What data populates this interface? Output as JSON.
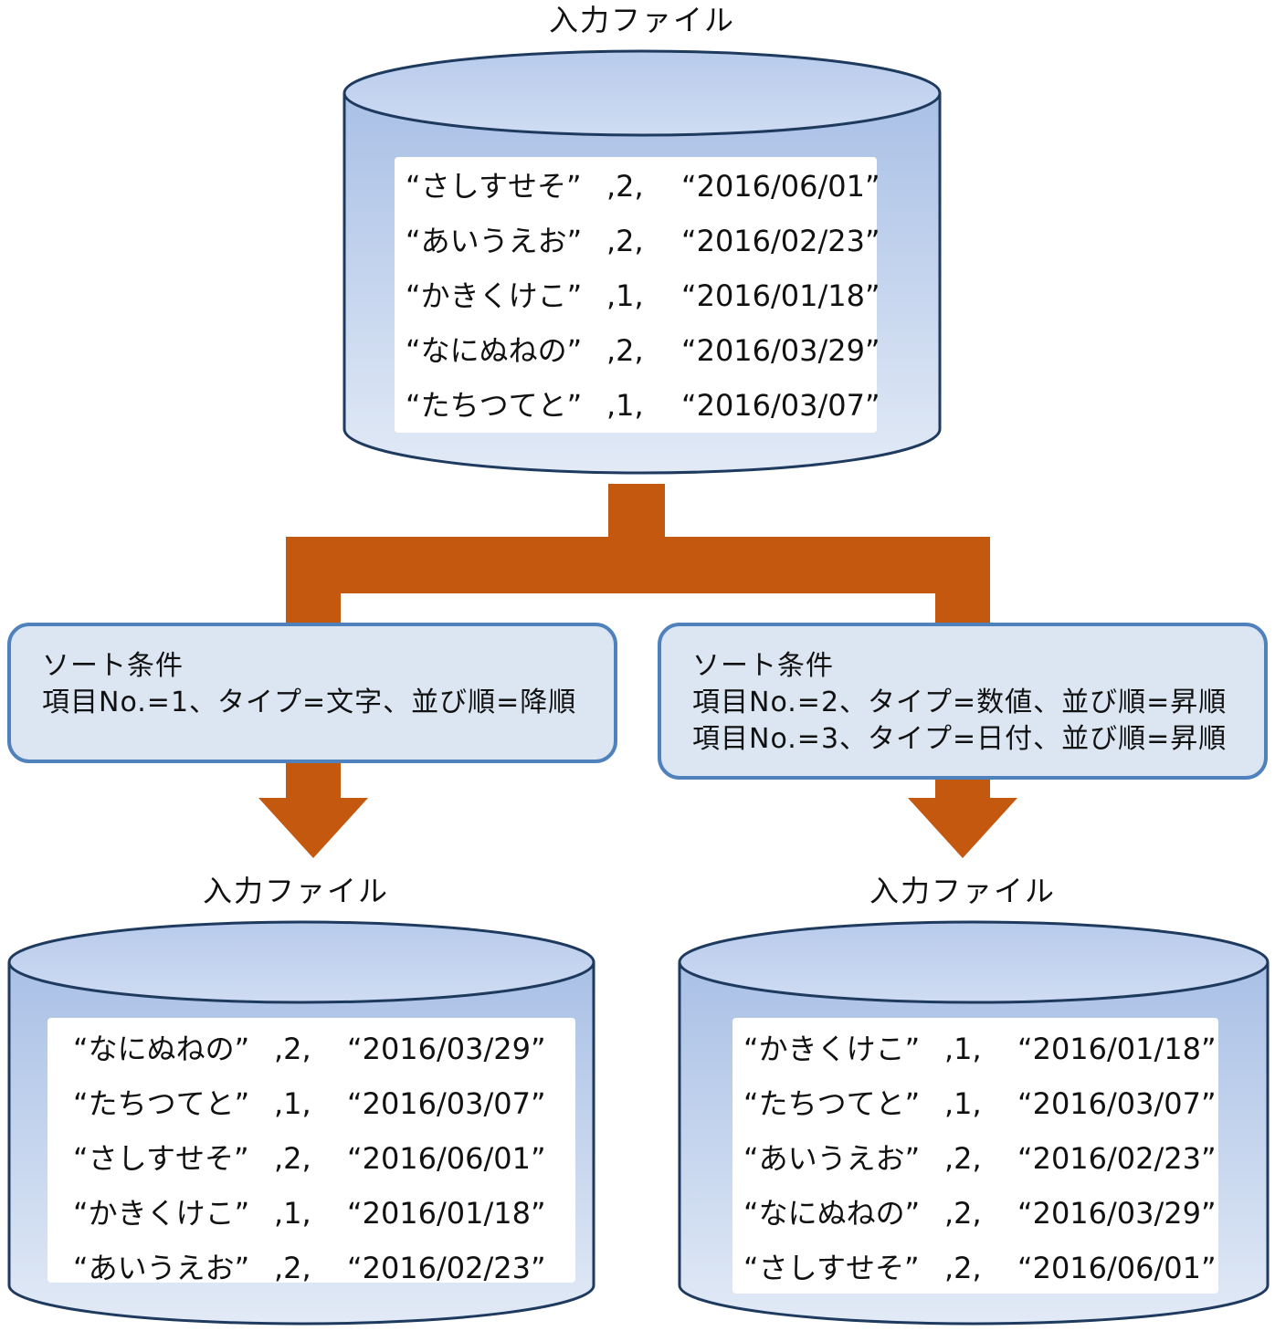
{
  "colors": {
    "cylinder_fill_top": "#a9c0e6",
    "cylinder_fill_bottom": "#e2eaf6",
    "cylinder_stroke": "#1f3a5f",
    "arrow": "#c5580f",
    "condition_fill": "#dce6f2",
    "condition_border": "#4f81bd"
  },
  "input": {
    "label": "入力ファイル",
    "records": [
      {
        "name": "“さしすせそ”",
        "num": ",2,",
        "date": "“2016/06/01”"
      },
      {
        "name": "“あいうえお”",
        "num": ",2,",
        "date": "“2016/02/23”"
      },
      {
        "name": "“かきくけこ”",
        "num": ",1,",
        "date": "“2016/01/18”"
      },
      {
        "name": "“なにぬねの”",
        "num": ",2,",
        "date": "“2016/03/29”"
      },
      {
        "name": "“たちつてと”",
        "num": ",1,",
        "date": "“2016/03/07”"
      }
    ]
  },
  "conditions": {
    "left": {
      "title": "ソート条件",
      "lines": [
        "項目No.=1、タイプ=文字、並び順=降順"
      ]
    },
    "right": {
      "title": "ソート条件",
      "lines": [
        "項目No.=2、タイプ=数値、並び順=昇順",
        "項目No.=3、タイプ=日付、並び順=昇順"
      ]
    }
  },
  "outputs": {
    "left": {
      "label": "入力ファイル",
      "records": [
        {
          "name": "“なにぬねの”",
          "num": ",2,",
          "date": "“2016/03/29”"
        },
        {
          "name": "“たちつてと”",
          "num": ",1,",
          "date": "“2016/03/07”"
        },
        {
          "name": "“さしすせそ”",
          "num": ",2,",
          "date": "“2016/06/01”"
        },
        {
          "name": "“かきくけこ”",
          "num": ",1,",
          "date": "“2016/01/18”"
        },
        {
          "name": "“あいうえお”",
          "num": ",2,",
          "date": "“2016/02/23”"
        }
      ]
    },
    "right": {
      "label": "入力ファイル",
      "records": [
        {
          "name": "“かきくけこ”",
          "num": ",1,",
          "date": "“2016/01/18”"
        },
        {
          "name": "“たちつてと”",
          "num": ",1,",
          "date": "“2016/03/07”"
        },
        {
          "name": "“あいうえお”",
          "num": ",2,",
          "date": "“2016/02/23”"
        },
        {
          "name": "“なにぬねの”",
          "num": ",2,",
          "date": "“2016/03/29”"
        },
        {
          "name": "“さしすせそ”",
          "num": ",2,",
          "date": "“2016/06/01”"
        }
      ]
    }
  }
}
